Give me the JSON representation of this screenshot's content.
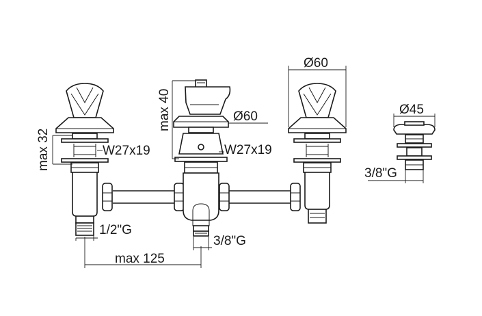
{
  "dimensions": {
    "left_height": "max 32",
    "left_thread": "W27x19",
    "inlet_left": "1/2\"G",
    "spacing": "max 125",
    "center_height": "max 40",
    "center_diameter": "Ø60",
    "center_thread": "W27x19",
    "outlet_center": "3/8\"G",
    "right_diameter": "Ø60",
    "drain_diameter": "Ø45",
    "drain_thread": "3/8\"G"
  }
}
